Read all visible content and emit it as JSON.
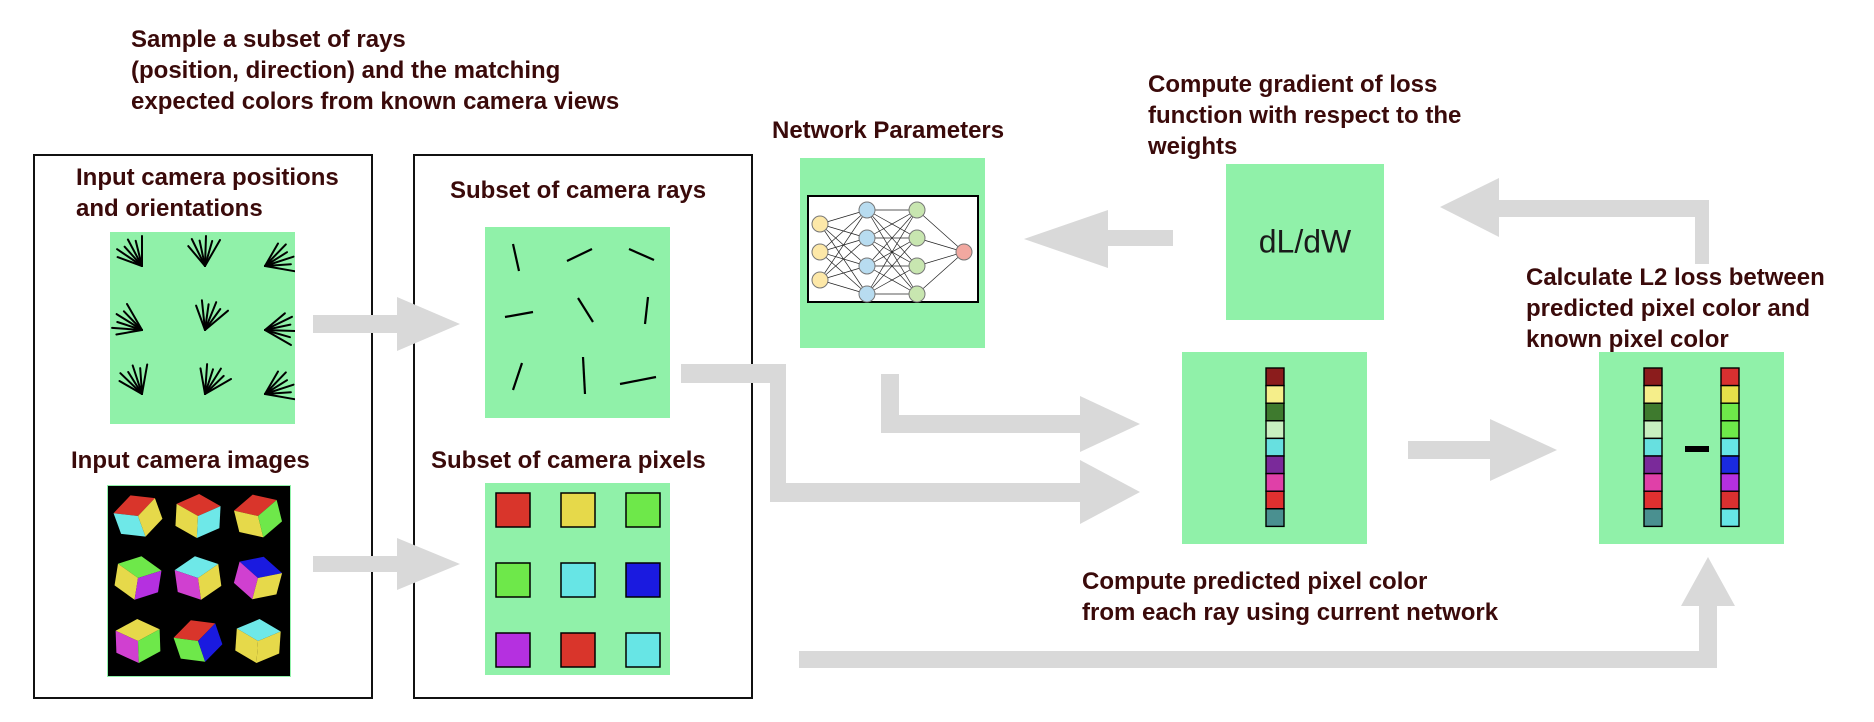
{
  "labels": {
    "sample_intro": [
      "Sample a subset of rays",
      "(position, direction) and the matching",
      "expected colors from known camera views"
    ],
    "input_positions": [
      "Input camera positions",
      "and orientations"
    ],
    "input_images": "Input camera images",
    "subset_rays": "Subset of camera rays",
    "subset_pixels": "Subset of camera pixels",
    "network_params": "Network Parameters",
    "gradient": [
      "Compute gradient of loss",
      "function with respect to the",
      "weights"
    ],
    "gradient_symbol": "dL/dW",
    "l2_loss": [
      "Calculate L2 loss between",
      "predicted pixel color and",
      "known pixel color"
    ],
    "predicted": [
      "Compute predicted pixel color",
      "from each ray using current network"
    ]
  },
  "colors": {
    "panel_green": "#90f1a9",
    "arrow_gray": "#d9d9d9",
    "label_text": "#3a0a0a",
    "pixel_grid": [
      "#d9352b",
      "#e6d94a",
      "#6ee84a",
      "#6ee84a",
      "#67e5e5",
      "#1a1ae0",
      "#b530e0",
      "#d9352b",
      "#67e5e5"
    ],
    "color_column": [
      "#8b1c1c",
      "#f5ee8a",
      "#3e7a2e",
      "#c8efc0",
      "#67e0e0",
      "#7a2a9a",
      "#e040a8",
      "#e03030",
      "#4a9090"
    ],
    "known_column": [
      "#d93030",
      "#e6e04a",
      "#6ee84a",
      "#6ee84a",
      "#67e5e5",
      "#1a2ae0",
      "#b530e0",
      "#d93030",
      "#67e5e5"
    ]
  },
  "icons": {
    "subtract": "minus-icon",
    "network": "neural-network-icon",
    "camera_rays": "camera-ray-bundle-icon",
    "camera_images": "rendered-cube-icon"
  }
}
